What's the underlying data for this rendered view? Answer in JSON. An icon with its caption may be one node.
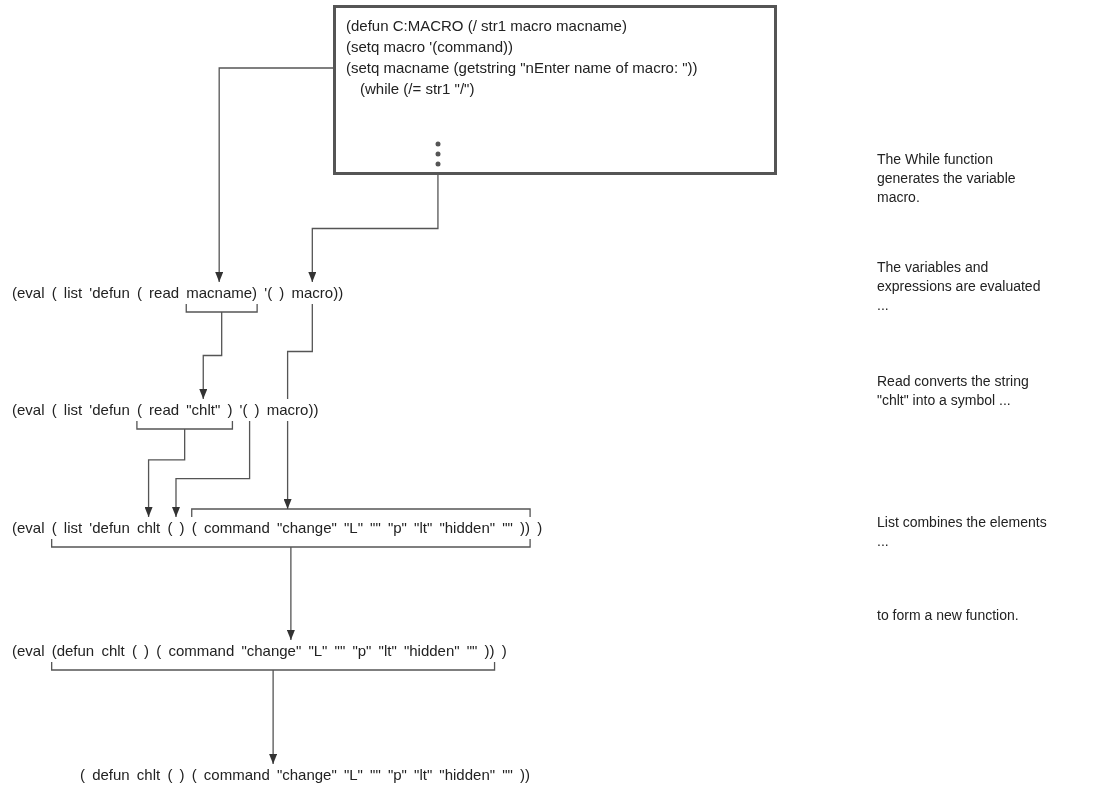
{
  "diagram": {
    "nodes": [
      {
        "text": [
          "(defun C:MACRO (/ str1 macro macname)",
          "(setq macro '(command))",
          "(setq macname (getstring \"nEnter name of macro: \"))",
          "(while (/= str1 \"/\")"
        ]
      },
      {
        "text": [
          "(eval ( list 'defun ( read macname) '( ) macro))"
        ]
      },
      {
        "text": [
          "(eval ( list 'defun ( read \"chlt\" ) '( ) macro))"
        ]
      },
      {
        "text": [
          "(eval ( list 'defun chlt ( ) ( command \"change\" \"L\" \"\" \"p\" \"lt\" \"hidden\" \"\" )) )"
        ]
      },
      {
        "text": [
          "(eval (defun chlt ( ) ( command \"change\" \"L\" \"\" \"p\" \"lt\" \"hidden\" \"\" )) )"
        ]
      },
      {
        "text": [
          "( defun chlt ( ) ( command \"change\" \"L\" \"\" \"p\" \"lt\" \"hidden\" \"\" ))"
        ]
      }
    ],
    "edges": [
      {
        "from": 0,
        "to": 1,
        "arrow": "to"
      },
      {
        "from": 0,
        "to": 1,
        "arrow": "to"
      },
      {
        "from": 1,
        "to": 2,
        "arrow": "to"
      },
      {
        "from": 1,
        "to": 2,
        "arrow": "none"
      },
      {
        "from": 2,
        "to": 3,
        "arrow": "to"
      },
      {
        "from": 2,
        "to": 3,
        "arrow": "to"
      },
      {
        "from": 2,
        "to": 3,
        "arrow": "to"
      },
      {
        "from": 3,
        "to": 4,
        "arrow": "to"
      },
      {
        "from": 4,
        "to": 5,
        "arrow": "to"
      }
    ],
    "labels": [
      "The While function generates the variable macro.",
      "The variables and expressions are evaluated ...",
      "Read converts the string \"chlt\" into a symbol ...",
      "List combines the elements ...",
      "to form a new function."
    ]
  }
}
